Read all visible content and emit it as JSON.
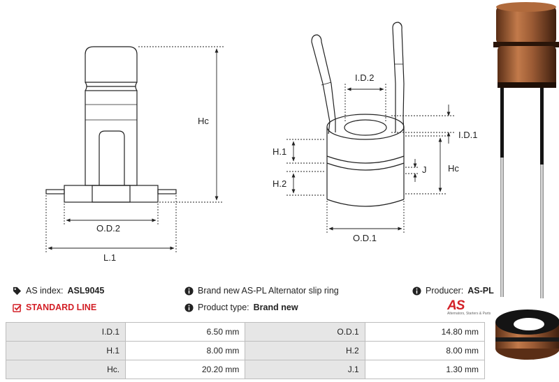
{
  "diagram": {
    "left_labels": {
      "hc": "Hc",
      "od2": "O.D.2",
      "l1": "L.1"
    },
    "middle_labels": {
      "id2": "I.D.2",
      "id1": "I.D.1",
      "h1": "H.1",
      "j": "J",
      "hc": "Hc",
      "h2": "H.2",
      "od1": "O.D.1"
    }
  },
  "info": {
    "as_index_label": "AS index:",
    "as_index_value": "ASL9045",
    "description": "Brand new AS-PL Alternator slip ring",
    "producer_label": "Producer:",
    "producer_value": "AS-PL",
    "line": "STANDARD LINE",
    "product_type_label": "Product type:",
    "product_type_value": "Brand new"
  },
  "logo": {
    "mark": "AS",
    "tagline": "Alternators, Starters & Parts"
  },
  "specs": [
    [
      {
        "label": "I.D.1",
        "value": "6.50 mm"
      },
      {
        "label": "O.D.1",
        "value": "14.80 mm"
      }
    ],
    [
      {
        "label": "H.1",
        "value": "8.00 mm"
      },
      {
        "label": "H.2",
        "value": "8.00 mm"
      }
    ],
    [
      {
        "label": "Hc.",
        "value": "20.20 mm"
      },
      {
        "label": "J.1",
        "value": "1.30 mm"
      }
    ]
  ],
  "colors": {
    "brand_red": "#d32027",
    "copper": "#a0603a",
    "table_label_bg": "#e6e6e6"
  }
}
